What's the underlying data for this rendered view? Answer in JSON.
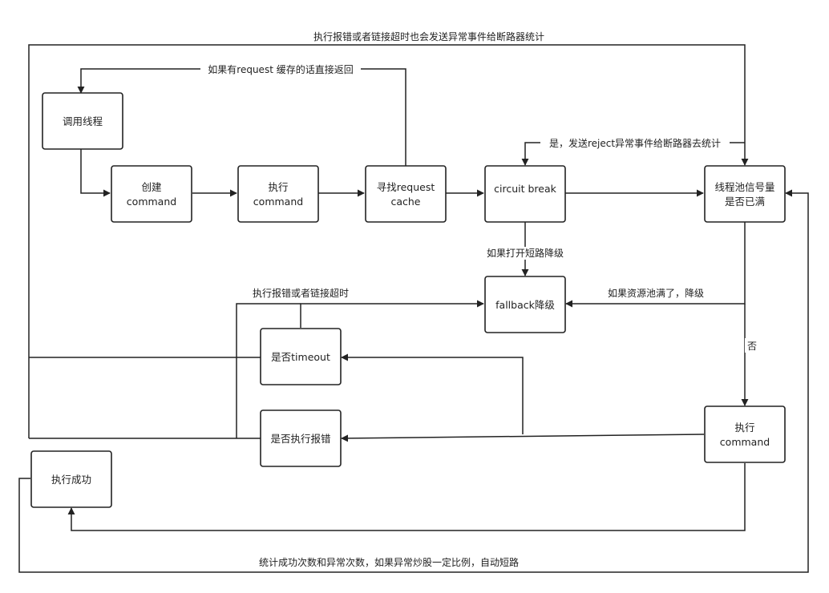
{
  "nodes": {
    "call_thread": "调用线程",
    "create_command": [
      "创建",
      "command"
    ],
    "execute_command": [
      "执行",
      "command"
    ],
    "find_request_cache": [
      "寻找request",
      "cache"
    ],
    "circuit_break": "circuit break",
    "threadpool_full": [
      "线程池信号量",
      "是否已满"
    ],
    "fallback": "fallback降级",
    "is_timeout": "是否timeout",
    "is_error": "是否执行报错",
    "execute_command_2": [
      "执行",
      "command"
    ],
    "execute_success": "执行成功"
  },
  "labels": {
    "error_timeout_report": "执行报错或者链接超时也会发送异常事件给断路器统计",
    "cache_return": "如果有request 缓存的话直接返回",
    "reject_report": "是，发送reject异常事件给断路器去统计",
    "open_circuit_fallback": "如果打开短路降级",
    "pool_full_fallback": "如果资源池满了，降级",
    "error_or_timeout": "执行报错或者链接超时",
    "no": "否",
    "stats_auto_break": "统计成功次数和异常次数，如果异常炒股一定比例，自动短路"
  }
}
